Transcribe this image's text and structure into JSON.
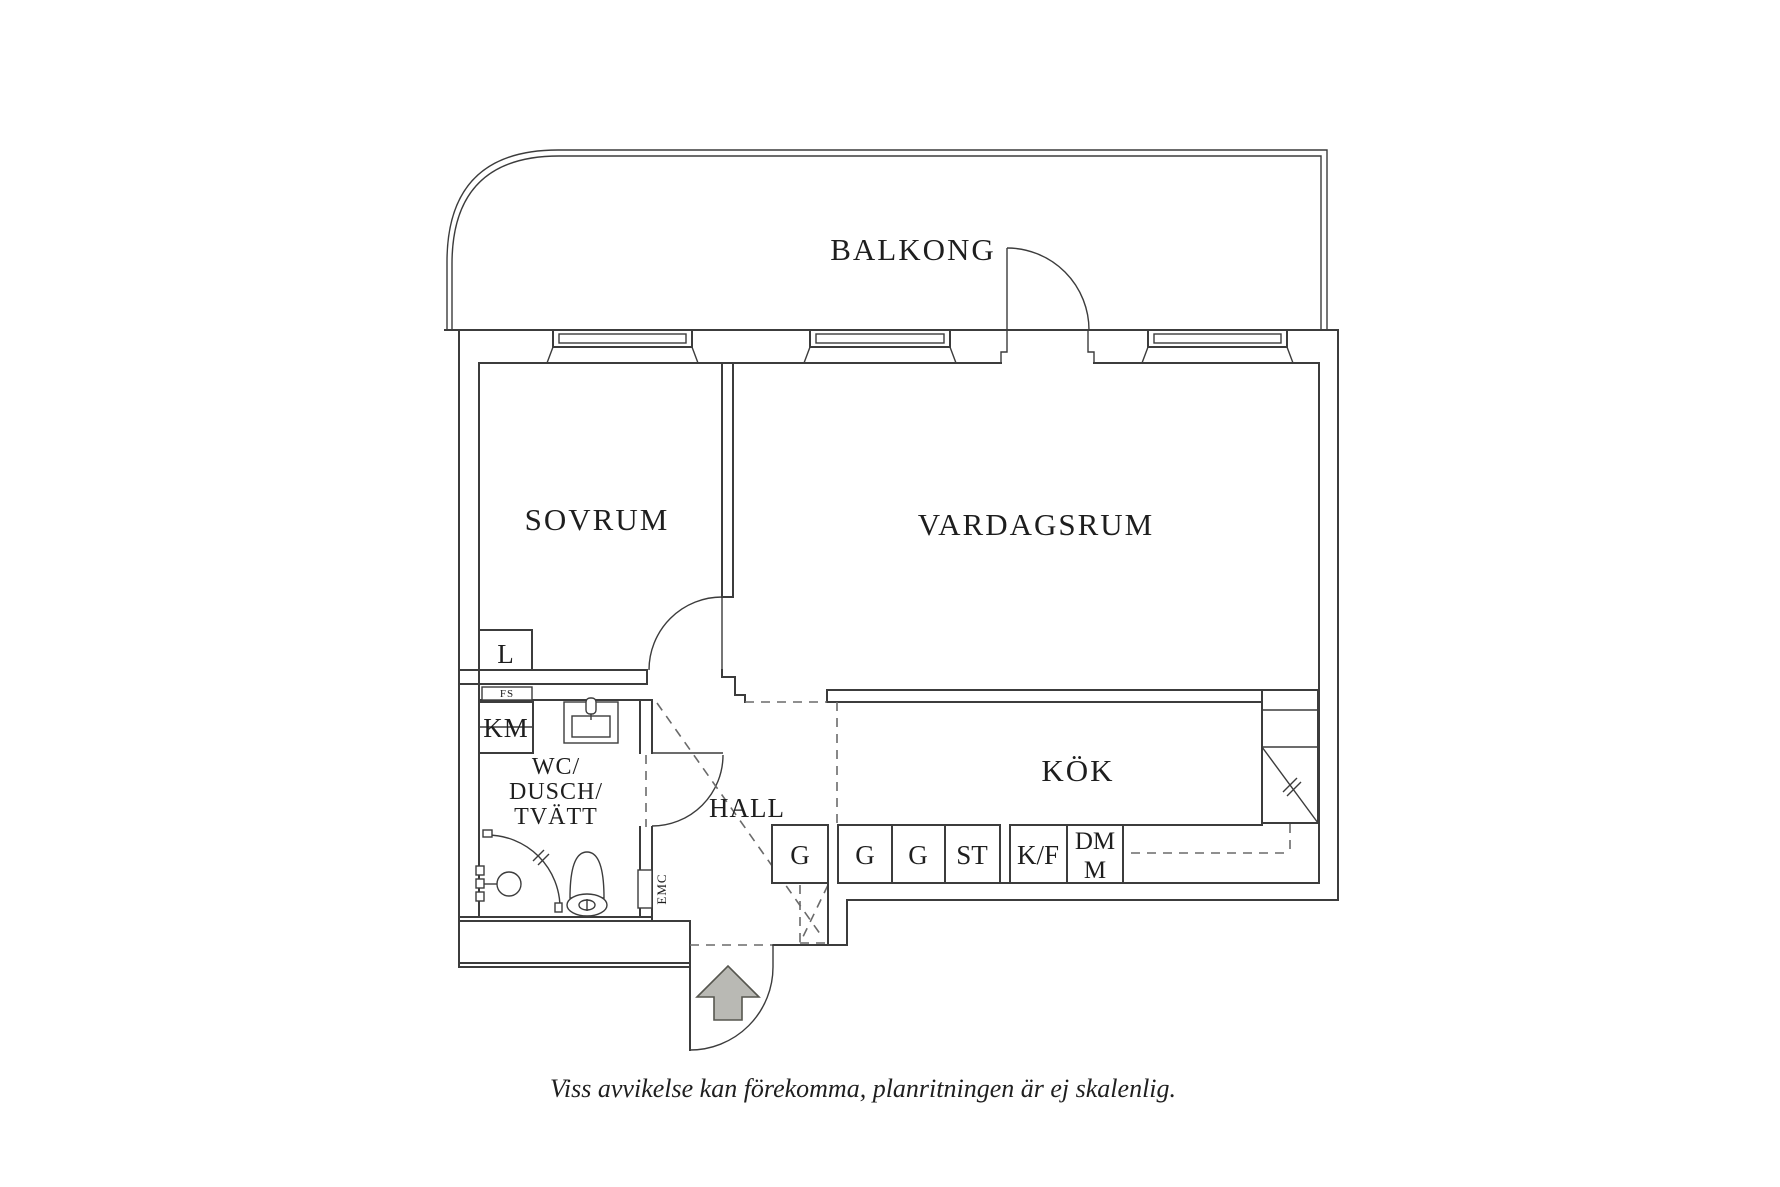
{
  "page": {
    "background": "#ffffff",
    "line_color": "#3c3c3c",
    "dash_color": "#6a6a6a",
    "arrow_fill": "#b9b9b4",
    "footer": "Viss avvikelse kan förekomma, planritningen är ej skalenlig."
  },
  "rooms": {
    "balcony": {
      "label": "BALKONG"
    },
    "bedroom": {
      "label": "SOVRUM"
    },
    "living_room": {
      "label": "VARDAGSRUM"
    },
    "kitchen": {
      "label": "KÖK"
    },
    "hall": {
      "label": "HALL"
    },
    "bathroom": {
      "line1": "WC/",
      "line2": "DUSCH/",
      "line3": "TVÄTT"
    }
  },
  "fixtures": {
    "closet": "L",
    "fuse_box": "FS",
    "washing_machine": "KM",
    "electrical_cabinet": "EMC"
  },
  "kitchen_units": [
    {
      "label": "G"
    },
    {
      "label": "G"
    },
    {
      "label": "G"
    },
    {
      "label": "ST"
    },
    {
      "label": "K/F"
    }
  ],
  "hall_units": [
    {
      "label": "G"
    }
  ],
  "dishwasher": {
    "top": "DM",
    "bottom": "M"
  }
}
